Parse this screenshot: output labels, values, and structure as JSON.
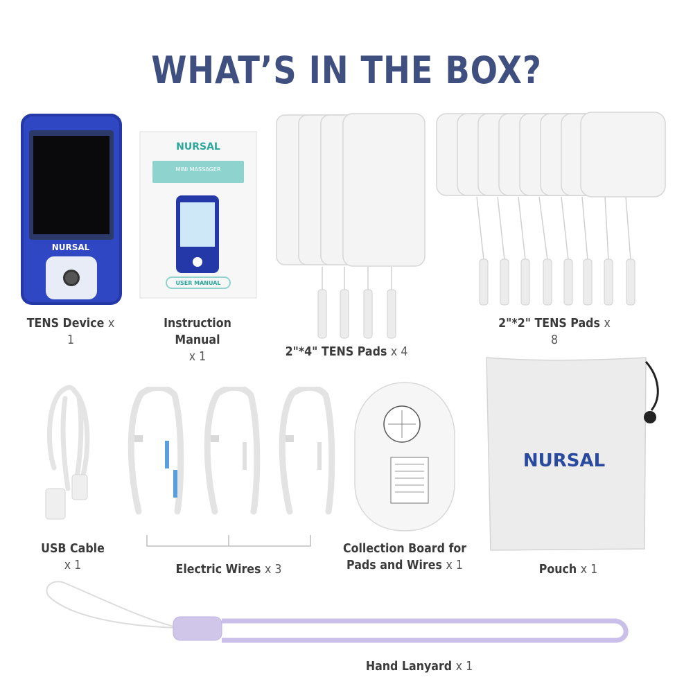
{
  "heading": "WHAT’S IN THE BOX?",
  "brand": "NURSAL",
  "manual": {
    "brand": "NURSAL",
    "subtitle": "MINI MASSAGER",
    "footer": "USER MANUAL"
  },
  "items": {
    "tens_device": {
      "name": "TENS Device",
      "qty": "x 1"
    },
    "instruction_manual": {
      "name": "Instruction Manual",
      "qty": "x 1"
    },
    "pads_large": {
      "name": "2\"*4\" TENS Pads",
      "qty": "x 4"
    },
    "pads_small": {
      "name": "2\"*2\" TENS Pads",
      "qty": "x 8"
    },
    "usb_cable": {
      "name": "USB Cable",
      "qty": "x 1"
    },
    "electric_wires": {
      "name": "Electric Wires",
      "qty": "x 3"
    },
    "collection_board": {
      "name_line1": "Collection Board for",
      "name_line2": "Pads and Wires",
      "qty": "x 1"
    },
    "pouch": {
      "name": "Pouch",
      "qty": "x 1",
      "brand": "NURSAL"
    },
    "hand_lanyard": {
      "name": "Hand Lanyard",
      "qty": "x 1"
    }
  },
  "colors": {
    "heading": "#3f4f80",
    "device_blue": "#2438a8",
    "lanyard": "#c9bfe8",
    "brand_blue": "#2a4aa0"
  }
}
